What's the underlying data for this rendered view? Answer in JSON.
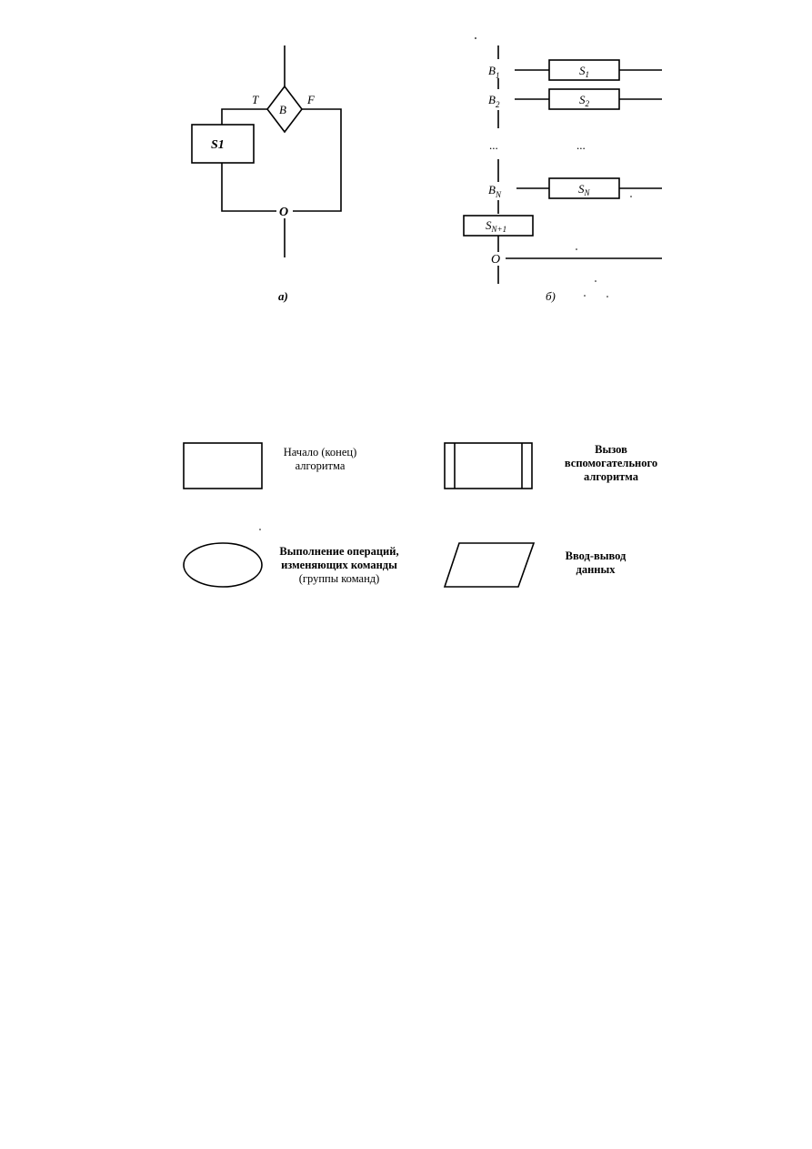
{
  "diagram_a": {
    "decision": "B",
    "true_label": "T",
    "false_label": "F",
    "process": "S1",
    "join": "O",
    "caption": "a)"
  },
  "diagram_b": {
    "conditions": [
      {
        "cond": "B",
        "cond_sub": "1",
        "stmt": "S",
        "stmt_sub": "1"
      },
      {
        "cond": "B",
        "cond_sub": "2",
        "stmt": "S",
        "stmt_sub": "2"
      },
      {
        "cond": "B",
        "cond_sub": "N",
        "stmt": "S",
        "stmt_sub": "N"
      }
    ],
    "ellipsis_left": "...",
    "ellipsis_right": "...",
    "default_stmt": "S",
    "default_sub": "N+1",
    "join": "O",
    "caption": "б)"
  },
  "legend": [
    {
      "shape": "rectangle",
      "lines": [
        "Начало (конец)",
        "алгоритма"
      ]
    },
    {
      "shape": "double-sided-rectangle",
      "lines": [
        "Вызов",
        "вспомогательного",
        "алгоритма"
      ]
    },
    {
      "shape": "ellipse",
      "lines": [
        "Выполнение операций,",
        "изменяющих команды",
        "(группы команд)"
      ]
    },
    {
      "shape": "parallelogram",
      "lines": [
        "Ввод-вывод",
        "данных"
      ]
    }
  ]
}
